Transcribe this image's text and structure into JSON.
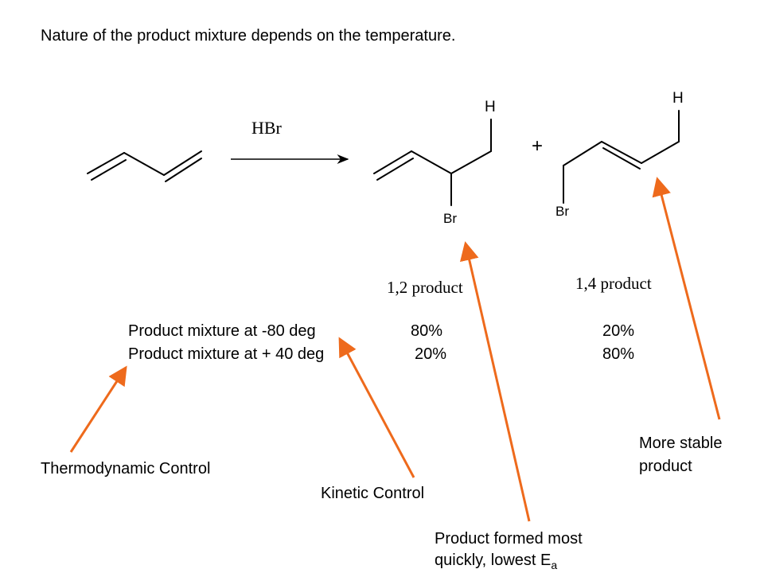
{
  "title": "Nature of the product mixture depends on the temperature.",
  "reagent": "HBr",
  "plus": "+",
  "atoms": {
    "h1": "H",
    "h2": "H",
    "br1": "Br",
    "br2": "Br"
  },
  "product_labels": {
    "p12": "1,2 product",
    "p14": "1,4 product"
  },
  "table": {
    "rows": [
      {
        "label": "Product mixture at -80 deg",
        "p12": "80%",
        "p14": "20%"
      },
      {
        "label": "Product mixture at + 40 deg",
        "p12": "20%",
        "p14": "80%"
      }
    ]
  },
  "annotations": {
    "thermodynamic": "Thermodynamic Control",
    "kinetic": "Kinetic Control",
    "stable_line1": "More stable",
    "stable_line2": "product",
    "fast_line1": "Product formed most",
    "fast_line2": "quickly, lowest E",
    "fast_sub": "a"
  },
  "colors": {
    "annotation_arrow": "#ee6a1c",
    "text": "#000000",
    "background": "#ffffff"
  }
}
